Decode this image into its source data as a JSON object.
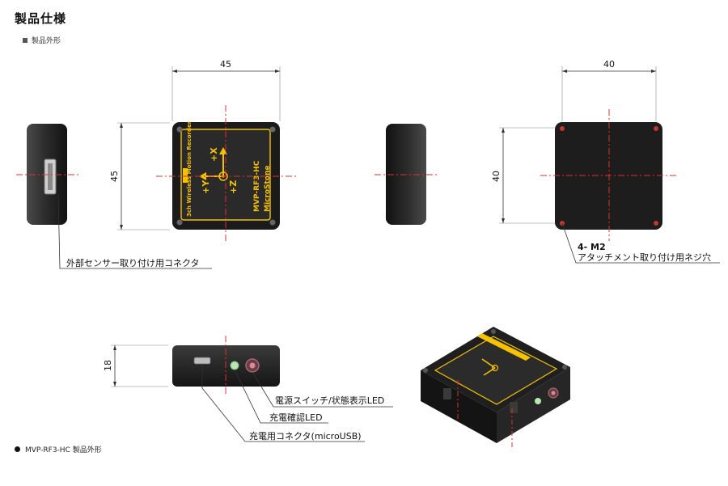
{
  "header": {
    "title": "製品仕様",
    "section": "製品外形"
  },
  "dimensions": {
    "front_width": "45",
    "front_height": "45",
    "back_width": "40",
    "back_height": "40",
    "side_height": "18"
  },
  "callouts": {
    "external_sensor_connector": "外部センサー取り付け用コネクタ",
    "screw_spec": "4- M2",
    "attachment_screw_holes": "アタッチメント取り付け用ネジ穴",
    "power_switch_led": "電源スイッチ/状態表示LED",
    "charge_led": "充電確認LED",
    "charge_connector": "充電用コネクタ(microUSB)"
  },
  "device_label": {
    "brand": "MicroStone",
    "model": "MVP-RF3-HC",
    "product_name": "3ch Wireless Motion Recorder",
    "axis_x": "+X",
    "axis_y": "+Y",
    "axis_z": "+Z"
  },
  "caption": "MVP-RF3-HC 製品外形"
}
